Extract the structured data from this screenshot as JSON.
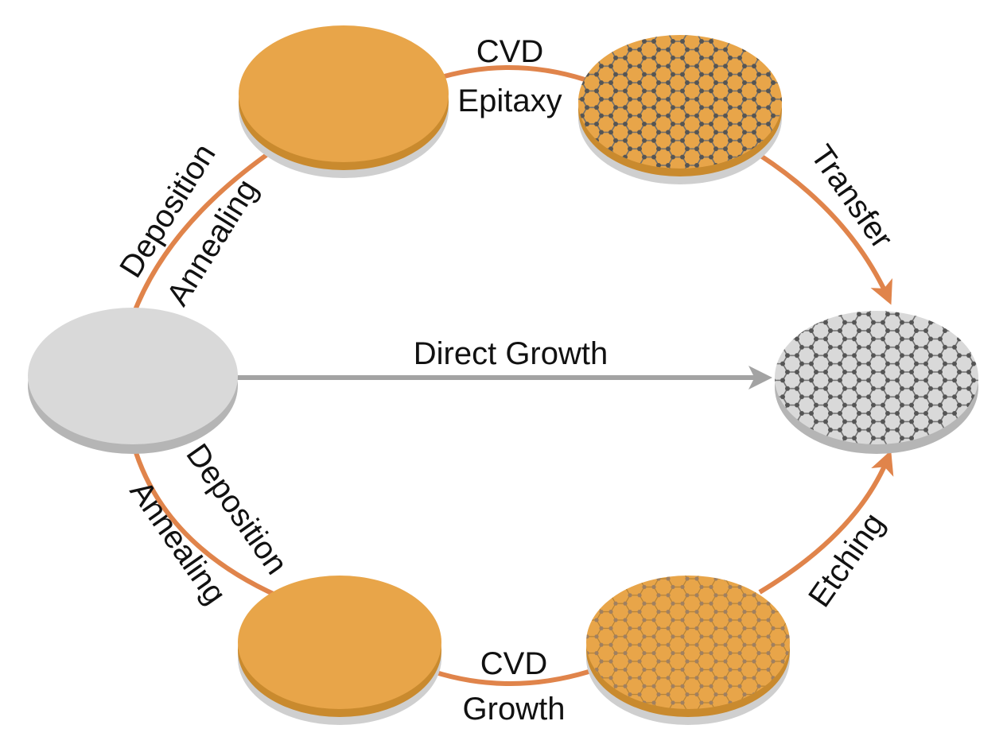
{
  "colors": {
    "gold": "#e8a549",
    "gold_edge": "#c98a2e",
    "silver": "#d9d9d9",
    "silver_edge": "#a9a9a9",
    "arrow_orange": "#e0844b",
    "arrow_gray": "#a3a3a3",
    "lattice": "#7a7a7a"
  },
  "labels": {
    "cvd_epitaxy_line1": "CVD",
    "cvd_epitaxy_line2": "Epitaxy",
    "transfer": "Transfer",
    "deposition_top": "Deposition",
    "annealing_top": "Annealing",
    "direct_growth": "Direct Growth",
    "deposition_bottom": "Deposition",
    "annealing_bottom": "Annealing",
    "cvd_growth_line1": "CVD",
    "cvd_growth_line2": "Growth",
    "etching": "Etching"
  }
}
